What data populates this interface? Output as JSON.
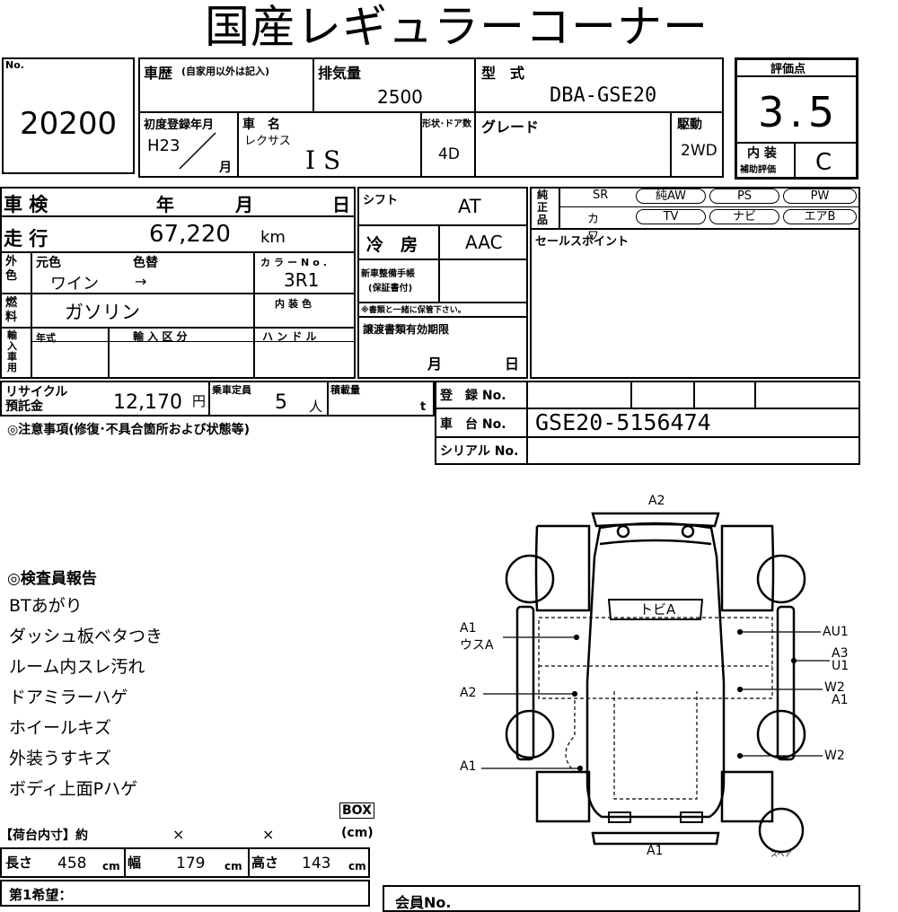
{
  "title": "国産レギュラーコーナー",
  "no_label": "No.",
  "lot_no": "20200",
  "history_label": "車歴",
  "history_note": "(自家用以外は記入)",
  "displacement_label": "排気量",
  "displacement": "2500",
  "model_label": "型　式",
  "model": "DBA-GSE20",
  "score_label": "評価点",
  "score": "3.5",
  "interior_label": "内 装",
  "interior_sub": "補助評価",
  "interior_grade": "C",
  "first_reg_label": "初度登録年月",
  "first_reg_year": "H23",
  "first_reg_month_unit": "月",
  "car_name_label": "車　名",
  "maker": "レクサス",
  "car_name": "I S",
  "shape_label": "形状･ドア数",
  "shape": "4D",
  "grade_label": "グレード",
  "drive_label": "駆動",
  "drive": "2WD",
  "shaken_label": "車 検",
  "shaken_year": "年",
  "shaken_month": "月",
  "shaken_day": "日",
  "shift_label": "シフト",
  "shift": "AT",
  "mileage_label": "走 行",
  "mileage": "67,220",
  "mileage_unit": "km",
  "ac_label": "冷　房",
  "ac": "AAC",
  "genuine_label": "純正品",
  "equip_row1": [
    "SR",
    "純AW",
    "PS",
    "PW"
  ],
  "equip_row2": [
    "カワ",
    "TV",
    "ナビ",
    "エアB"
  ],
  "sales_point_label": "セールスポイント",
  "exterior_label": "外色",
  "orig_color_label": "元色",
  "recolor_label": "色替",
  "orig_color": "ワイン",
  "recolor_arrow": "→",
  "color_no_label": "カラーNo.",
  "color_no": "3R1",
  "fuel_label": "燃料",
  "fuel": "ガソリン",
  "interior_color_label": "内装色",
  "manual_label": "新車整備手帳",
  "manual_sub": "(保証書付)",
  "manual_note": "※書類と一緒に保管下さい。",
  "docs_label": "譲渡書類有効期限",
  "docs_month": "月",
  "docs_day": "日",
  "import_label": "輸入車用",
  "year_style_label": "年式",
  "import_class_label": "輸 入 区 分",
  "handle_label": "ハ ン ド ル",
  "recycle_label1": "リサイクル",
  "recycle_label2": "預託金",
  "recycle": "12,170",
  "recycle_unit": "円",
  "capacity_label": "乗車定員",
  "capacity": "5",
  "capacity_unit": "人",
  "load_label": "積載量",
  "load_unit": "t",
  "reg_no_label": "登　録 No.",
  "chassis_label": "車　台 No.",
  "chassis": "GSE20-5156474",
  "serial_label": "シリアル No.",
  "notes_label": "◎注意事項(修復･不具合箇所および状態等)",
  "inspector_label": "◎検査員報告",
  "report": [
    "BTあがり",
    "ダッシュ板ベタつき",
    "ルーム内スレ汚れ",
    "ドアミラーハゲ",
    "ホイールキズ",
    "外装うすキズ",
    "ボディ上面Pハゲ"
  ],
  "box_label": "BOX",
  "cargo_label": "【荷台内寸】約",
  "cargo_x": "×",
  "cargo_unit": "(cm)",
  "length_label": "長さ",
  "length": "458",
  "width_label": "幅",
  "width": "179",
  "height_label": "高さ",
  "height": "143",
  "cm": "cm",
  "wish_label": "第1希望：",
  "member_label": "会員No.",
  "diagram": {
    "top": "A2",
    "roof": "トビA",
    "left1": "A1",
    "left1b": "ウスA",
    "left2": "A2",
    "left3": "A1",
    "right1": "AU1",
    "right2a": "A3",
    "right2b": "U1",
    "right3a": "W2",
    "right3b": "A1",
    "right4": "W2",
    "bottom": "A1",
    "spare": "スペア"
  }
}
